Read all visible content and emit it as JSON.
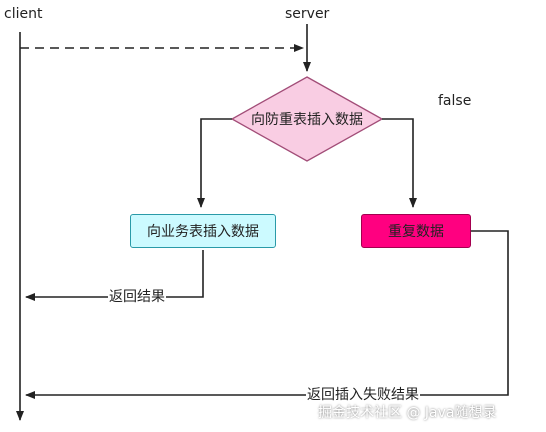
{
  "actors": {
    "client": "client",
    "server": "server"
  },
  "nodes": {
    "decision": "向防重表插入数据",
    "insert_business": "向业务表插入数据",
    "duplicate": "重复数据"
  },
  "edges": {
    "false_label": "false",
    "return_result": "返回结果",
    "return_failure": "返回插入失败结果"
  },
  "watermark": "掘金技术社区 @ Java随想录",
  "colors": {
    "decision_fill": "#f9cde3",
    "decision_stroke": "#a24d78",
    "business_fill": "#ccfaff",
    "business_stroke": "#2a9aa8",
    "duplicate_fill": "#ff0080",
    "duplicate_stroke": "#a3004f",
    "line": "#222222"
  }
}
